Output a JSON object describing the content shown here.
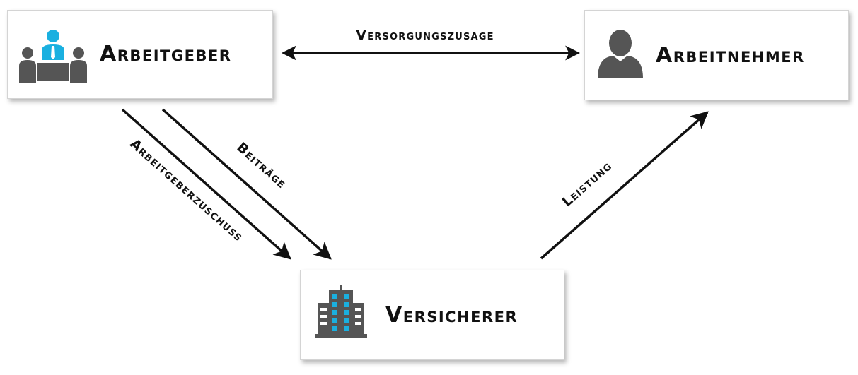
{
  "nodes": {
    "arbeitgeber": {
      "label": "Arbeitgeber",
      "icon": "meeting-icon"
    },
    "arbeitnehmer": {
      "label": "Arbeitnehmer",
      "icon": "person-icon"
    },
    "versicherer": {
      "label": "Versicherer",
      "icon": "building-icon"
    }
  },
  "edges": {
    "versorgungszusage": {
      "label": "Versorgungszusage",
      "from": "arbeitgeber",
      "to": "arbeitnehmer",
      "bidirectional": true
    },
    "arbeitgeberzuschuss": {
      "label": "Arbeitgeberzuschuss",
      "from": "arbeitgeber",
      "to": "versicherer"
    },
    "beitraege": {
      "label": "Beiträge",
      "from": "arbeitgeber",
      "to": "versicherer"
    },
    "leistung": {
      "label": "Leistung",
      "from": "versicherer",
      "to": "arbeitnehmer"
    }
  },
  "colors": {
    "icon_gray": "#555555",
    "accent_blue": "#1ab0e0",
    "line": "#111111"
  }
}
